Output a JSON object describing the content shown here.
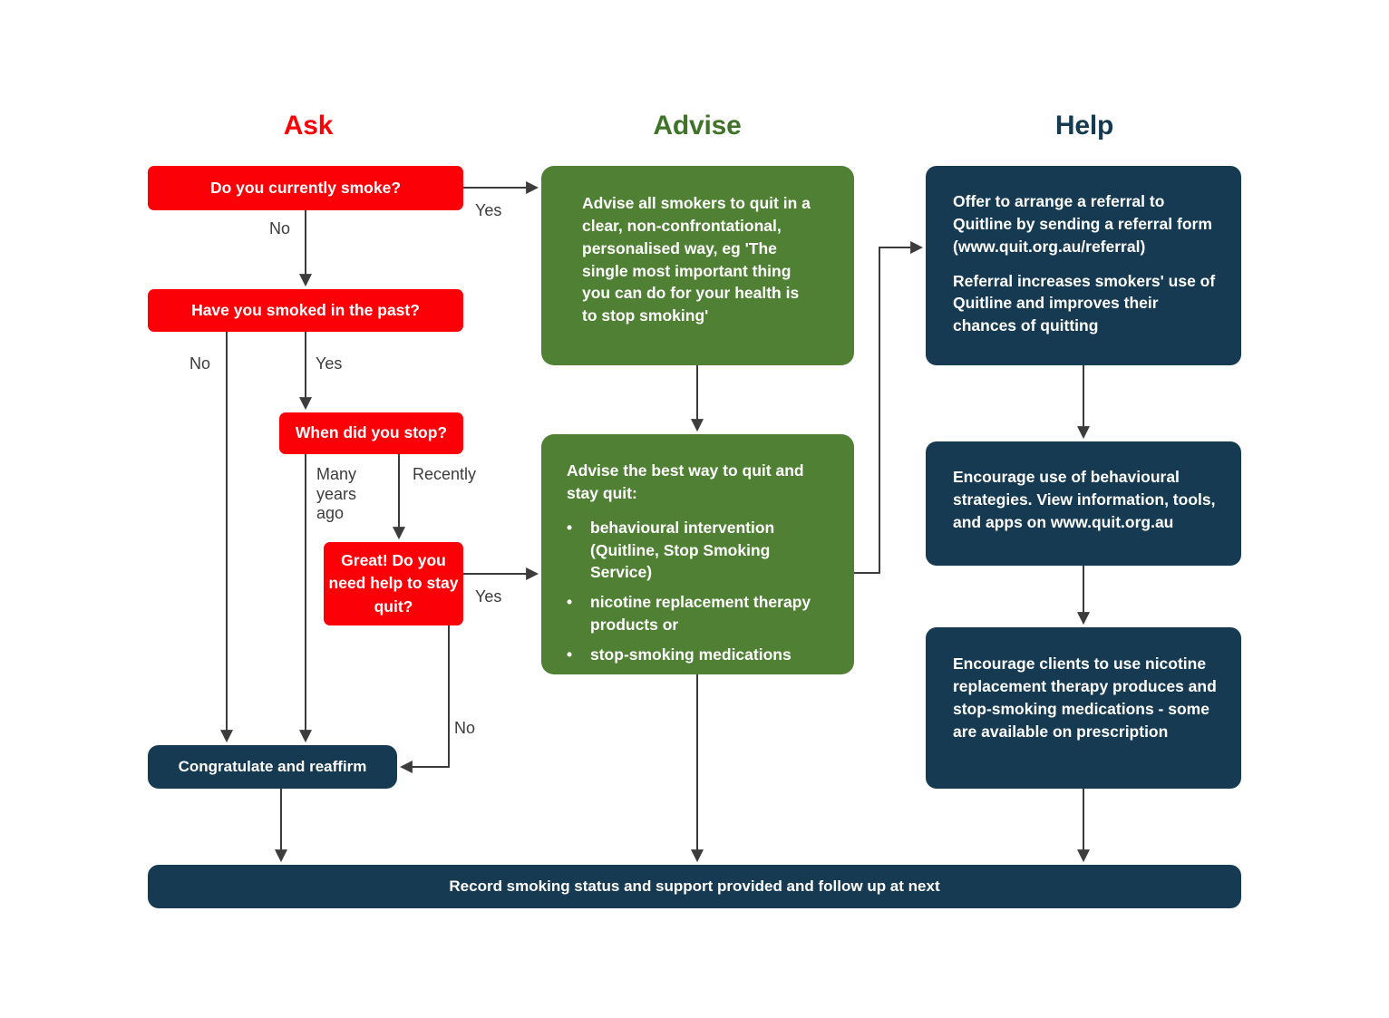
{
  "columns": [
    {
      "id": "ask",
      "label": "Ask",
      "color": "#fb0007"
    },
    {
      "id": "advise",
      "label": "Advise",
      "color": "#3f7327"
    },
    {
      "id": "help",
      "label": "Help",
      "color": "#153a51"
    }
  ],
  "palette": {
    "red": "#fb0007",
    "green": "#4f8033",
    "blue": "#153a51",
    "edge": "#3c3c3c",
    "background": "#ffffff",
    "node_text": "#ffffff"
  },
  "nodes": {
    "smoke_now": "Do you currently smoke?",
    "smoke_past": "Have you smoked in the past?",
    "when_stop": "When did you stop?",
    "great_help": "Great! Do you need help to stay quit?",
    "congratulate": "Congratulate and reaffirm",
    "advise_1": "Advise all smokers to quit in a clear, non-confrontational, personalised way, eg 'The single most important thing you can do for your health is to stop smoking'",
    "advise_2_lead": "Advise the best way to quit and stay quit:",
    "advise_2_bullets": [
      "behavioural intervention (Quitline, Stop Smoking Service)",
      "nicotine replacement therapy products or",
      "stop-smoking medications"
    ],
    "help_1_para_1": "Offer to arrange a referral to Quitline by sending a referral form (www.quit.org.au/referral)",
    "help_1_para_2": "Referral increases smokers' use of Quitline and improves their chances of quitting",
    "help_2": "Encourage use of behavioural strategies. View information, tools, and apps on www.quit.org.au",
    "help_3": "Encourage clients to use nicotine replacement therapy produces and stop-smoking medications - some are available on prescription",
    "record": "Record smoking status and support provided and follow up at next"
  },
  "edge_labels": {
    "yes_1": "Yes",
    "no_1": "No",
    "no_2": "No",
    "yes_2": "Yes",
    "many_years_ago": "Many\nyears\nago",
    "recently": "Recently",
    "yes_3": "Yes",
    "no_3": "No"
  },
  "bullet_glyph": "•"
}
